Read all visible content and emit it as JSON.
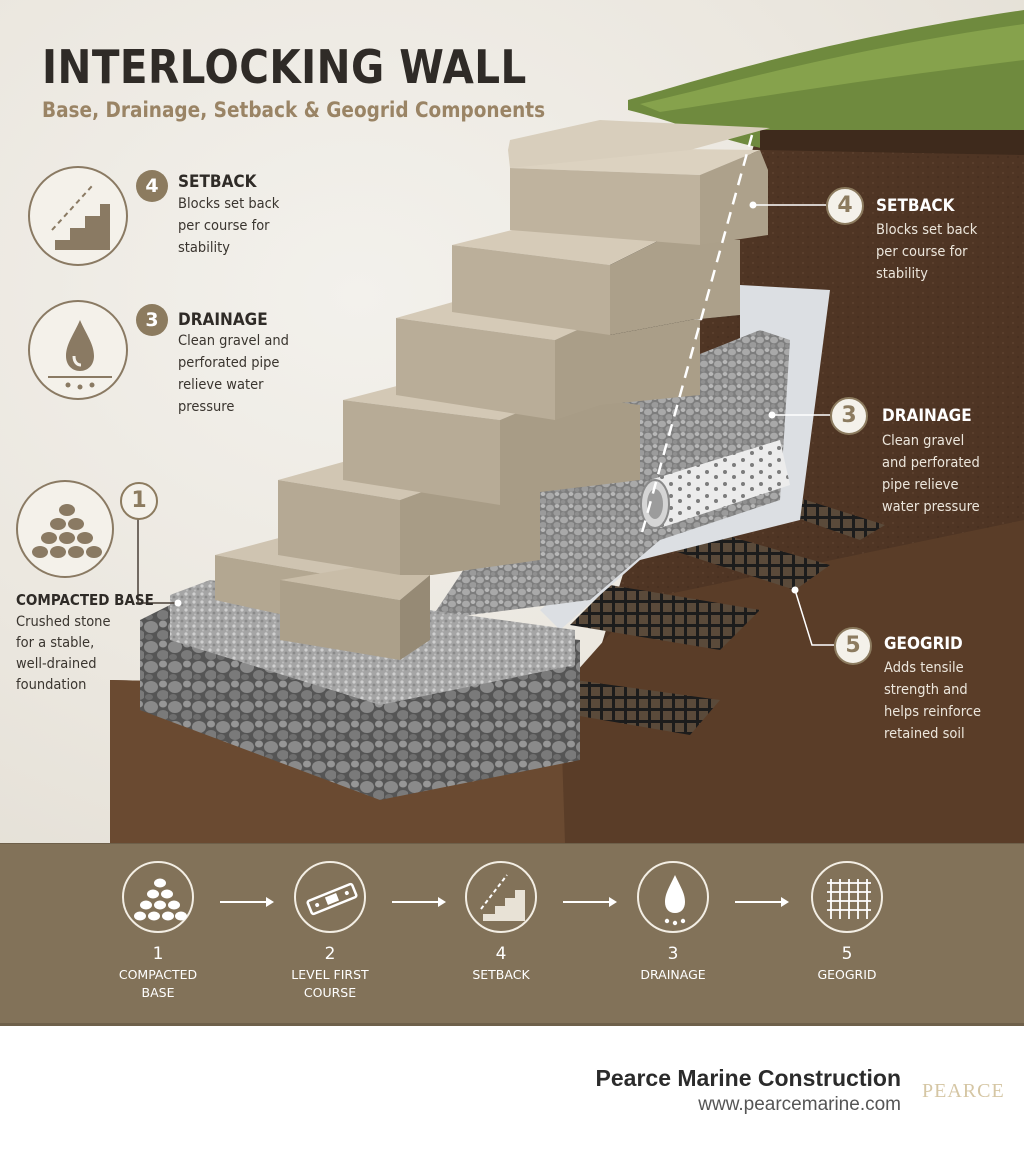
{
  "header": {
    "title": "INTERLOCKING WALL",
    "subtitle": "Base, Drainage, Setback & Geogrid Components"
  },
  "left_callouts": [
    {
      "num": "4",
      "title": "SETBACK",
      "desc": [
        "Blocks set back",
        "per course for",
        "stability"
      ],
      "icon": "stairs-setback-icon"
    },
    {
      "num": "3",
      "title": "DRAINAGE",
      "desc": [
        "Clean gravel and",
        "perforated pipe",
        "relieve water",
        "pressure"
      ],
      "icon": "water-drop-icon"
    },
    {
      "num": "1",
      "title": "COMPACTED BASE",
      "desc": [
        "Crushed stone",
        "for a stable,",
        "well-drained",
        "foundation"
      ],
      "icon": "stone-pile-icon"
    }
  ],
  "right_callouts": [
    {
      "num": "4",
      "title": "SETBACK",
      "desc": [
        "Blocks set back",
        "per course for",
        "stability"
      ]
    },
    {
      "num": "3",
      "title": "DRAINAGE",
      "desc": [
        "Clean gravel",
        "and perforated",
        "pipe relieve",
        "water pressure"
      ]
    },
    {
      "num": "5",
      "title": "GEOGRID",
      "desc": [
        "Adds tensile",
        "strength and",
        "helps reinforce",
        "retained soil"
      ]
    }
  ],
  "steps": [
    {
      "num": "1",
      "label": [
        "COMPACTED",
        "BASE"
      ],
      "icon": "stone-pile-icon"
    },
    {
      "num": "2",
      "label": [
        "LEVEL FIRST",
        "COURSE"
      ],
      "icon": "level-tool-icon"
    },
    {
      "num": "4",
      "label": [
        "SETBACK"
      ],
      "icon": "stairs-setback-icon"
    },
    {
      "num": "3",
      "label": [
        "DRAINAGE"
      ],
      "icon": "water-drop-icon"
    },
    {
      "num": "5",
      "label": [
        "GEOGRID"
      ],
      "icon": "geogrid-icon"
    }
  ],
  "footer": {
    "company": "Pearce Marine Construction",
    "website": "www.pearcemarine.com",
    "logo": "PEARCE"
  },
  "colors": {
    "accent": "#8c7b5f",
    "band": "#827259",
    "soil": "#4f3524",
    "block": "#b9ad99",
    "gravel": "#8d8d8d"
  }
}
